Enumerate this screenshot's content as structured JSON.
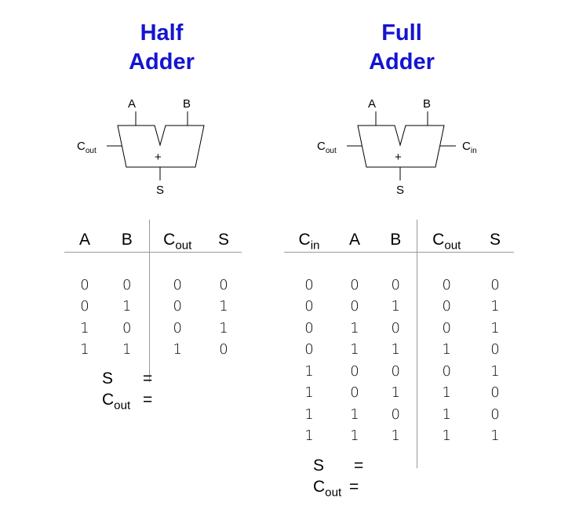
{
  "half_adder": {
    "title_line1": "Half",
    "title_line2": "Adder",
    "symbol": {
      "label_a": "A",
      "label_b": "B",
      "label_cout_main": "C",
      "label_cout_sub": "out",
      "label_s": "S",
      "operator": "+"
    },
    "table": {
      "headers": [
        {
          "main": "A",
          "sub": ""
        },
        {
          "main": "B",
          "sub": ""
        },
        {
          "main": "C",
          "sub": "out"
        },
        {
          "main": "S",
          "sub": ""
        }
      ],
      "rows": [
        [
          "0",
          "0",
          "0",
          "0"
        ],
        [
          "0",
          "1",
          "0",
          "1"
        ],
        [
          "1",
          "0",
          "0",
          "1"
        ],
        [
          "1",
          "1",
          "1",
          "0"
        ]
      ]
    },
    "equations": {
      "s_label": "S",
      "cout_main": "C",
      "cout_sub": "out",
      "equals": "="
    }
  },
  "full_adder": {
    "title_line1": "Full",
    "title_line2": "Adder",
    "symbol": {
      "label_a": "A",
      "label_b": "B",
      "label_cout_main": "C",
      "label_cout_sub": "out",
      "label_cin_main": "C",
      "label_cin_sub": "in",
      "label_s": "S",
      "operator": "+"
    },
    "table": {
      "headers": [
        {
          "main": "C",
          "sub": "in"
        },
        {
          "main": "A",
          "sub": ""
        },
        {
          "main": "B",
          "sub": ""
        },
        {
          "main": "C",
          "sub": "out"
        },
        {
          "main": "S",
          "sub": ""
        }
      ],
      "rows": [
        [
          "0",
          "0",
          "0",
          "0",
          "0"
        ],
        [
          "0",
          "0",
          "1",
          "0",
          "1"
        ],
        [
          "0",
          "1",
          "0",
          "0",
          "1"
        ],
        [
          "0",
          "1",
          "1",
          "1",
          "0"
        ],
        [
          "1",
          "0",
          "0",
          "0",
          "1"
        ],
        [
          "1",
          "0",
          "1",
          "1",
          "0"
        ],
        [
          "1",
          "1",
          "0",
          "1",
          "0"
        ],
        [
          "1",
          "1",
          "1",
          "1",
          "1"
        ]
      ]
    },
    "equations": {
      "s_label": "S",
      "cout_main": "C",
      "cout_sub": "out",
      "equals": "="
    }
  },
  "colors": {
    "title": "#1414d2",
    "lines": "#9a9a9a",
    "text": "#000000"
  }
}
